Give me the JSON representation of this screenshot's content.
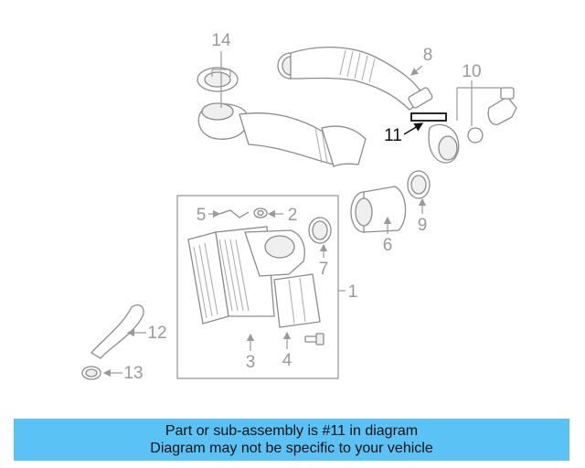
{
  "diagram": {
    "callouts": {
      "c1": "1",
      "c2": "2",
      "c3": "3",
      "c4": "4",
      "c5": "5",
      "c6": "6",
      "c7": "7",
      "c8": "8",
      "c9": "9",
      "c10": "10",
      "c11": "11",
      "c12": "12",
      "c13": "13",
      "c14": "14"
    },
    "highlighted_part": "11",
    "colors": {
      "highlight": "#111111",
      "callout": "#9a9a9a",
      "line_art": "#8c8c8c"
    }
  },
  "banner": {
    "line1": "Part or sub-assembly is #11 in diagram",
    "line2": "Diagram may not be specific to your vehicle",
    "background": "#5bc2f5"
  }
}
